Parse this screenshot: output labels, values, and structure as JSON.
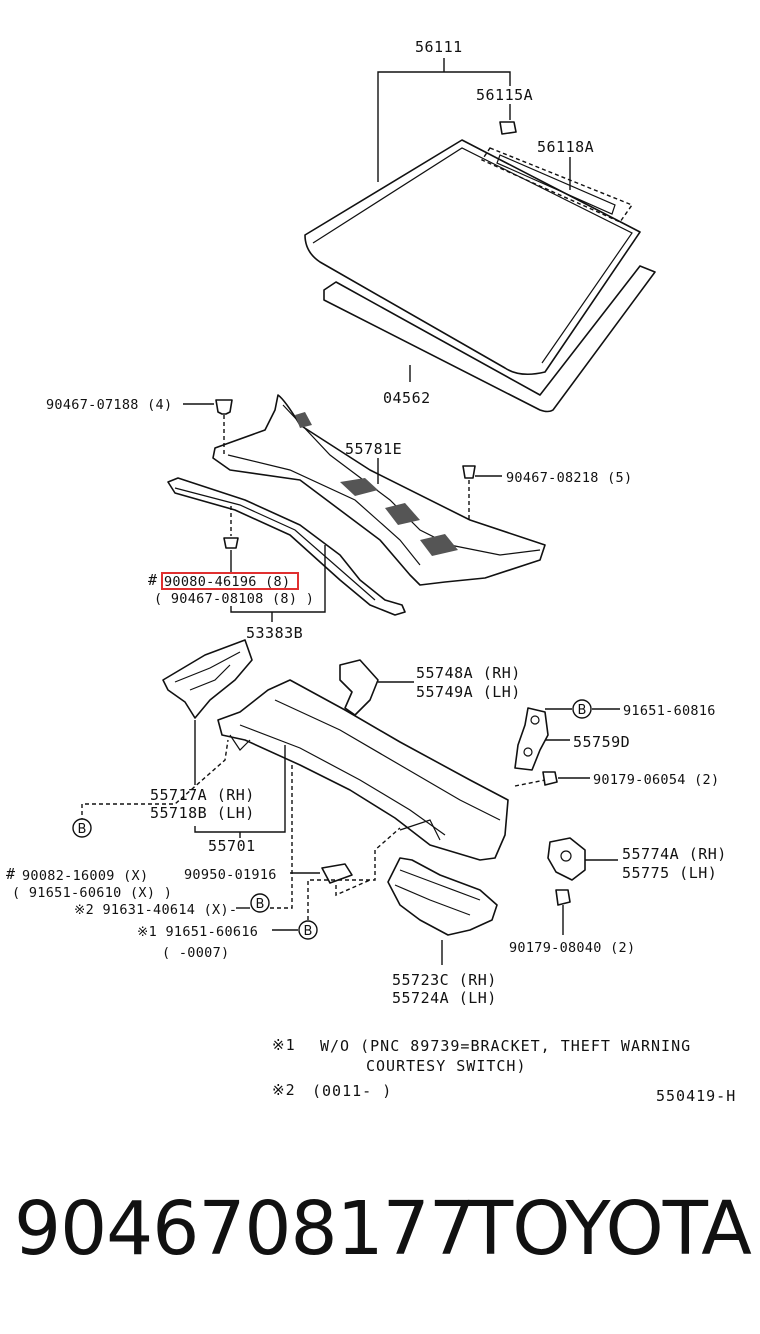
{
  "diagram": {
    "labels": {
      "l56111": "56111",
      "l56115a": "56115A",
      "l56118a": "56118A",
      "l04562": "04562",
      "l90467_07188": "90467-07188 (4)",
      "l55781e": "55781E",
      "l90467_08218": "90467-08218 (5)",
      "l90080_46196": "90080-46196 (8)",
      "l90467_08108": "( 90467-08108 (8) )",
      "l53383b": "53383B",
      "l55748a": "55748A (RH)",
      "l55749a": "55749A (LH)",
      "l91651_60816": "91651-60816",
      "l55759d": "55759D",
      "l90179_06054": "90179-06054 (2)",
      "l55717a": "55717A (RH)",
      "l55718b": "55718B (LH)",
      "l55701": "55701",
      "l90082_16009": "90082-16009 (X)",
      "l91651_60610": "( 91651-60610 (X) )",
      "l90950_01916": "90950-01916",
      "l91631_40614": "※2 91631-40614 (X)-",
      "l91651_60616": "※1 91651-60616",
      "l0007": "(  -0007)",
      "l55774a": "55774A (RH)",
      "l55775": "55775  (LH)",
      "l90179_08040": "90179-08040 (2)",
      "l55723c": "55723C (RH)",
      "l55724a": "55724A (LH)",
      "hash1": "#",
      "hash2": "#",
      "badge": "B"
    },
    "notes": {
      "n1_mark": "※1",
      "n1_line1": "W/O (PNC 89739=BRACKET, THEFT WARNING",
      "n1_line2": "COURTESY SWITCH)",
      "n2_mark": "※2",
      "n2_line1": "(0011-      )",
      "ref": "550419-H"
    },
    "highlight_part": "90080-46196 (8)",
    "highlight_color": "#e03030"
  },
  "footer": {
    "part_number": "9046708177",
    "brand": "TOYOTA"
  }
}
